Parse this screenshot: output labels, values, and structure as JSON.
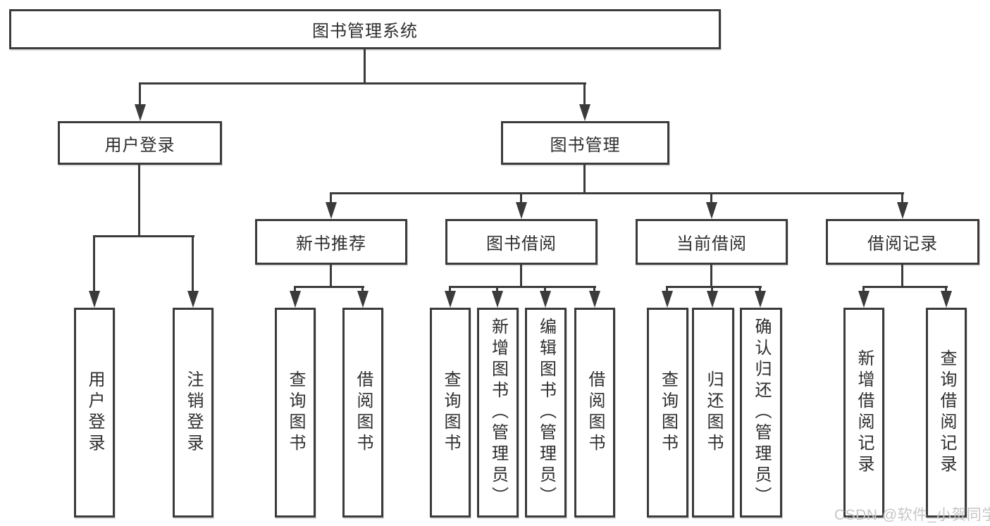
{
  "diagram": {
    "title": "图书管理系统",
    "branches": [
      {
        "label": "用户登录",
        "leaves": [
          "用户登录",
          "注销登录"
        ]
      },
      {
        "label": "图书管理",
        "groups": [
          {
            "label": "新书推荐",
            "leaves": [
              "查询图书",
              "借阅图书"
            ]
          },
          {
            "label": "图书借阅",
            "leaves": [
              "查询图书",
              "新增图书（管理员）",
              "编辑图书（管理员）",
              "借阅图书"
            ]
          },
          {
            "label": "当前借阅",
            "leaves": [
              "查询图书",
              "归还图书",
              "确认归还（管理员）"
            ]
          },
          {
            "label": "借阅记录",
            "leaves": [
              "新增借阅记录",
              "查询借阅记录"
            ]
          }
        ]
      }
    ]
  },
  "watermark": "CSDN @软件_小贺同学",
  "colors": {
    "line": "#3b3b3b",
    "text": "#2e2e2e",
    "watermark": "#c6c6c6",
    "background": "#ffffff"
  }
}
